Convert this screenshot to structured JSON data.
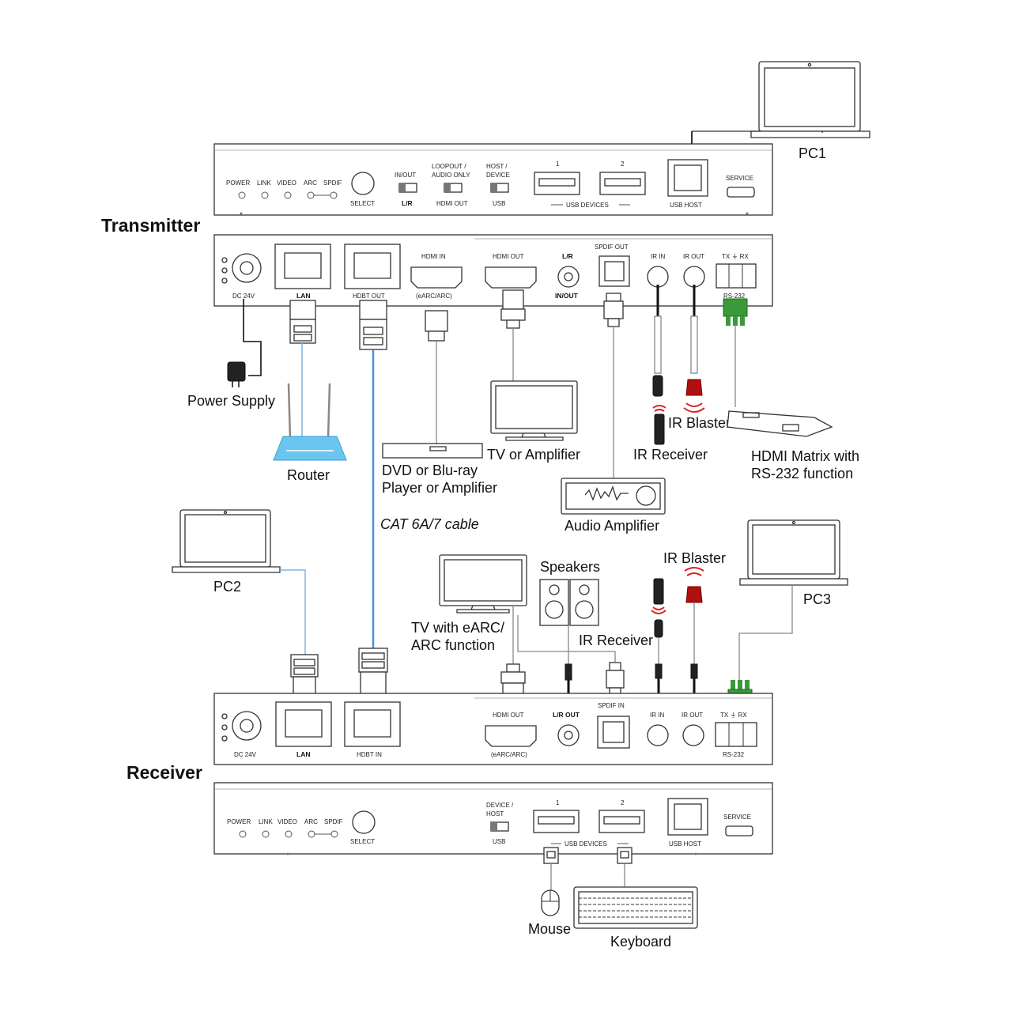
{
  "sections": {
    "transmitter": "Transmitter",
    "receiver": "Receiver"
  },
  "tx_front": {
    "leds": [
      "POWER",
      "LINK",
      "VIDEO",
      "ARC",
      "SPDIF"
    ],
    "select": "SELECT",
    "sw1_top": "IN/OUT",
    "sw1_bottom": "L/R",
    "sw2_top1": "LOOPOUT /",
    "sw2_top2": "AUDIO ONLY",
    "sw2_bottom": "HDMI OUT",
    "sw3_top1": "HOST /",
    "sw3_top2": "DEVICE",
    "sw3_bottom": "USB",
    "usb1": "1",
    "usb2": "2",
    "usb_devices": "USB DEVICES",
    "usb_host": "USB HOST",
    "service": "SERVICE"
  },
  "tx_back": {
    "dc": "DC 24V",
    "lan": "LAN",
    "hdbt_out": "HDBT OUT",
    "hdmi_in": "HDMI IN",
    "earc": "(eARC/ARC)",
    "hdmi_out": "HDMI OUT",
    "lr": "L/R",
    "inout": "IN/OUT",
    "spdif_out": "SPDIF OUT",
    "ir_in": "IR IN",
    "ir_out": "IR OUT",
    "txrx": "TX ⏚ RX",
    "rs232": "RS-232"
  },
  "rx_back": {
    "dc": "DC 24V",
    "lan": "LAN",
    "hdbt_in": "HDBT IN",
    "hdmi_out": "HDMI OUT",
    "earc": "(eARC/ARC)",
    "lr_out": "L/R OUT",
    "spdif_in": "SPDIF IN",
    "ir_in": "IR IN",
    "ir_out": "IR OUT",
    "txrx": "TX ⏚ RX",
    "rs232": "RS-232"
  },
  "rx_front": {
    "leds": [
      "POWER",
      "LINK",
      "VIDEO",
      "ARC",
      "SPDIF"
    ],
    "select": "SELECT",
    "sw_top1": "DEVICE /",
    "sw_top2": "HOST",
    "sw_bottom": "USB",
    "usb1": "1",
    "usb2": "2",
    "usb_devices": "USB DEVICES",
    "usb_host": "USB HOST",
    "service": "SERVICE"
  },
  "devices": {
    "pc1": "PC1",
    "pc2": "PC2",
    "pc3": "PC3",
    "power_supply": "Power Supply",
    "router": "Router",
    "dvd_line1": "DVD or Blu-ray",
    "dvd_line2": "Player or Amplifier",
    "tv_amp": "TV or Amplifier",
    "ir_blaster_tx": "IR Blaster",
    "ir_receiver_tx": "IR Receiver",
    "hdmi_matrix_line1": "HDMI Matrix with",
    "hdmi_matrix_line2": "RS-232 function",
    "audio_amp": "Audio Amplifier",
    "cable": "CAT 6A/7 cable",
    "speakers": "Speakers",
    "ir_blaster_rx": "IR Blaster",
    "tv_earc_line1": "TV with eARC/",
    "tv_earc_line2": "ARC function",
    "ir_receiver_rx": "IR Receiver",
    "mouse": "Mouse",
    "keyboard": "Keyboard"
  }
}
